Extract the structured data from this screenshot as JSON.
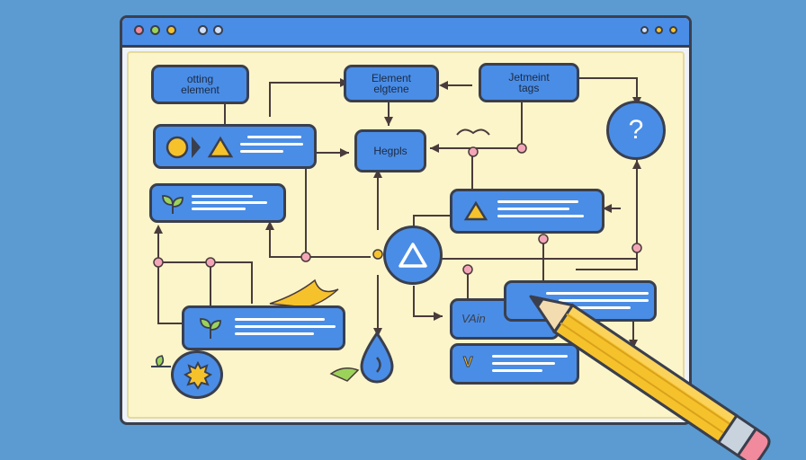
{
  "nodes": {
    "top_left": {
      "line1": "otting",
      "line2": "element"
    },
    "top_center": {
      "line1": "Element",
      "line2": "elgtene"
    },
    "top_right": {
      "line1": "Jetmeint",
      "line2": "tags"
    },
    "middle_center": {
      "label": "Hegpls"
    },
    "lower_badge": {
      "label": "VAin"
    },
    "bottom_badge": {
      "label": "V"
    }
  },
  "icons": {
    "help": "question-mark-icon",
    "center": "triangle-icon",
    "drop": "water-drop-icon",
    "gear": "gear-icon",
    "pencil": "pencil-icon"
  },
  "help_glyph": "?",
  "colors": {
    "background": "#5b9bd1",
    "node_fill": "#4a8de6",
    "canvas": "#fbf5c9",
    "outline": "#3a3f4e",
    "accent_yellow": "#f6c22c",
    "connector_dot": "#f3a6b8"
  }
}
